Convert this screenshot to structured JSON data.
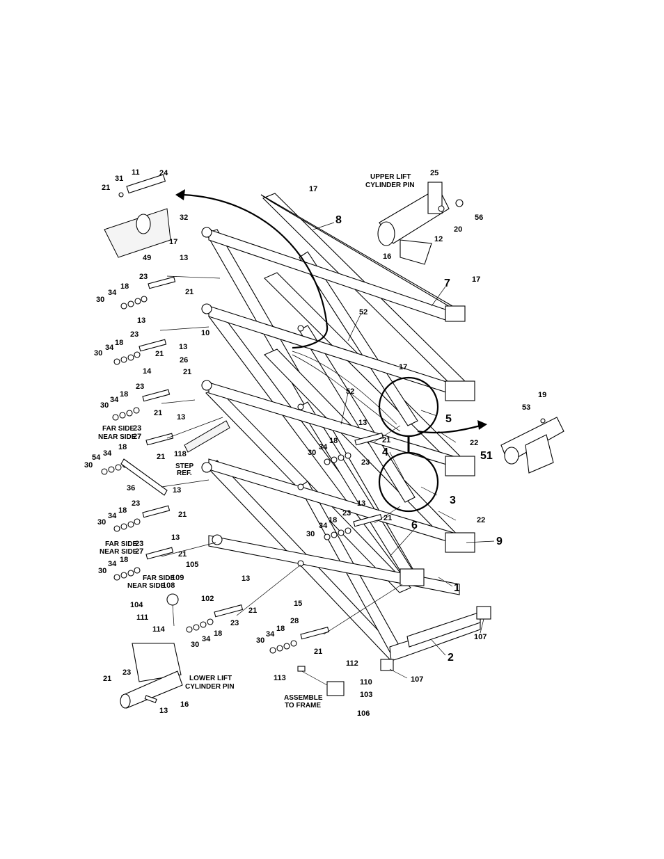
{
  "captions": {
    "upper_lift": [
      "UPPER LIFT",
      "CYLINDER PIN"
    ],
    "lower_lift": [
      "LOWER LIFT",
      "CYLINDER PIN"
    ],
    "assemble": [
      "ASSEMBLE",
      "TO FRAME"
    ],
    "step_ref": [
      "STEP",
      "REF."
    ],
    "far_side_1": "FAR SIDE",
    "near_side_1": "NEAR SIDE",
    "far_side_2": "FAR SIDE",
    "near_side_2": "NEAR SIDE",
    "far_side_3": "FAR SIDE",
    "near_side_3": "NEAR SIDE"
  },
  "part_numbers": {
    "p31": "31",
    "p11": "11",
    "p24": "24",
    "p21a": "21",
    "p32": "32",
    "p49": "49",
    "p17a": "17",
    "p17b": "17",
    "p8": "8",
    "p25": "25",
    "p56": "56",
    "p20": "20",
    "p12": "12",
    "p16a": "16",
    "p13a": "13",
    "p23a": "23",
    "p18a": "18",
    "p34a": "34",
    "p30a": "30",
    "p21b": "21",
    "p7": "7",
    "p17c": "17",
    "p52a": "52",
    "p13b": "13",
    "p23b": "23",
    "p18b": "18",
    "p34b": "34",
    "p30b": "30",
    "p21c": "21",
    "p10": "10",
    "p13c": "13",
    "p26": "26",
    "p21d": "21",
    "p17d": "17",
    "p14": "14",
    "p23c": "23",
    "p18c": "18",
    "p34c": "34",
    "p30c": "30",
    "p21e": "21",
    "p52b": "52",
    "p13d": "13",
    "p23d": "23",
    "p27a": "27",
    "p21f": "21",
    "p118": "118",
    "p18d": "18",
    "p34d": "34",
    "p54": "54",
    "p30d": "30",
    "p36": "36",
    "p13e": "13",
    "p34e": "34",
    "p18e": "18",
    "p30e": "30",
    "p13f": "13",
    "p21g": "21",
    "p4": "4",
    "p23e": "23",
    "p5": "5",
    "p22a": "22",
    "p51": "51",
    "p19": "19",
    "p53": "53",
    "p3": "3",
    "p23f": "23",
    "p18f": "18",
    "p34f": "34",
    "p30f": "30",
    "p21h": "21",
    "p13g": "13",
    "p21i": "21",
    "p23g": "23",
    "p6": "6",
    "p22b": "22",
    "p9": "9",
    "p34g": "34",
    "p18g": "18",
    "p30g": "30",
    "p23h": "23",
    "p13h": "13",
    "p27b": "27",
    "p21j": "21",
    "p105": "105",
    "p34h": "34",
    "p18h": "18",
    "p30h": "30",
    "p109": "109",
    "p108": "108",
    "p1": "1",
    "p13i": "13",
    "p102": "102",
    "p104": "104",
    "p111": "111",
    "p21k": "21",
    "p114": "114",
    "p23i": "23",
    "p18i": "18",
    "p34i": "34",
    "p30i": "30",
    "p15": "15",
    "p28": "28",
    "p18j": "18",
    "p34j": "34",
    "p30j": "30",
    "p21l": "21",
    "p107a": "107",
    "p2": "2",
    "p112": "112",
    "p113": "113",
    "p110": "110",
    "p103": "103",
    "p107b": "107",
    "p106": "106",
    "p21m": "21",
    "p23j": "23",
    "p16b": "16",
    "p13j": "13"
  }
}
